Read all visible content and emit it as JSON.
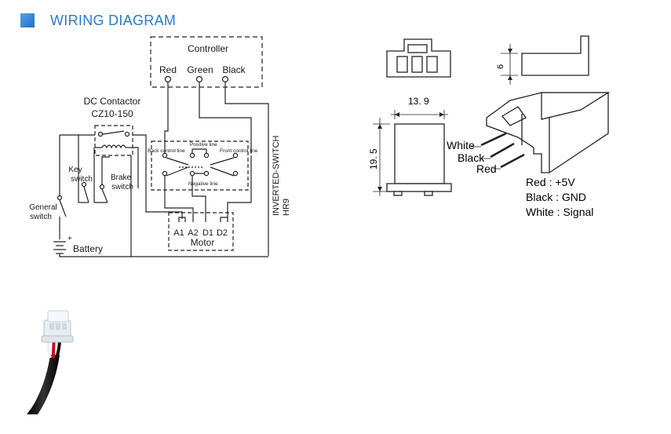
{
  "header": {
    "title": "WIRING DIAGRAM"
  },
  "wiring": {
    "controller": "Controller",
    "wires": [
      "Red",
      "Green",
      "Black"
    ],
    "contactor_line1": "DC Contactor",
    "contactor_line2": "CZ10-150",
    "key_switch_1": "Key",
    "key_switch_2": "switch",
    "brake_switch_1": "Brake",
    "brake_switch_2": "switch",
    "general_switch_1": "General",
    "general_switch_2": "switch",
    "battery": "Battery",
    "battery_plus": "+",
    "back_control_line": "Back control line",
    "positive_line": "Positive line",
    "front_control_line": "Front control line",
    "negative_line": "Negative line",
    "motor_terminals": [
      "A1",
      "A2",
      "D1",
      "D2"
    ],
    "motor": "Motor",
    "inverted_switch": "INVERTED-SWITCH",
    "hr9": "HR9"
  },
  "connector": {
    "dim_width": "13. 9",
    "dim_height": "19. 5",
    "dim_depth": "6",
    "pin_labels": [
      "White",
      "Black",
      "Red"
    ],
    "legend": [
      "Red : +5V",
      "Black : GND",
      "White : Signal"
    ]
  }
}
